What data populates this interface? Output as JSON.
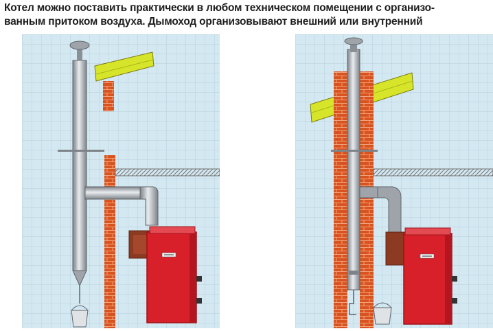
{
  "caption": {
    "line1": "Котел можно поставить практически в любом техническом помещении с организо-",
    "line2": "ванным притоком воздуха. Дымоход организовывают внешний или внутренний"
  },
  "colors": {
    "panel_bg": "#d4e8f2",
    "grid_line": "#b4cfdc",
    "brick": "#d9531f",
    "brick_mortar": "#f1a27c",
    "roof": "#d7e52a",
    "pipe": "#b9bec3",
    "pipe_dark": "#7d8388",
    "boiler": "#d8202a",
    "boiler_dark": "#9e1319",
    "floor_hatch": "#6f6f6f",
    "caption_text": "#1e1e1e"
  },
  "panels": [
    {
      "variant": "external-chimney"
    },
    {
      "variant": "internal-chimney"
    }
  ]
}
